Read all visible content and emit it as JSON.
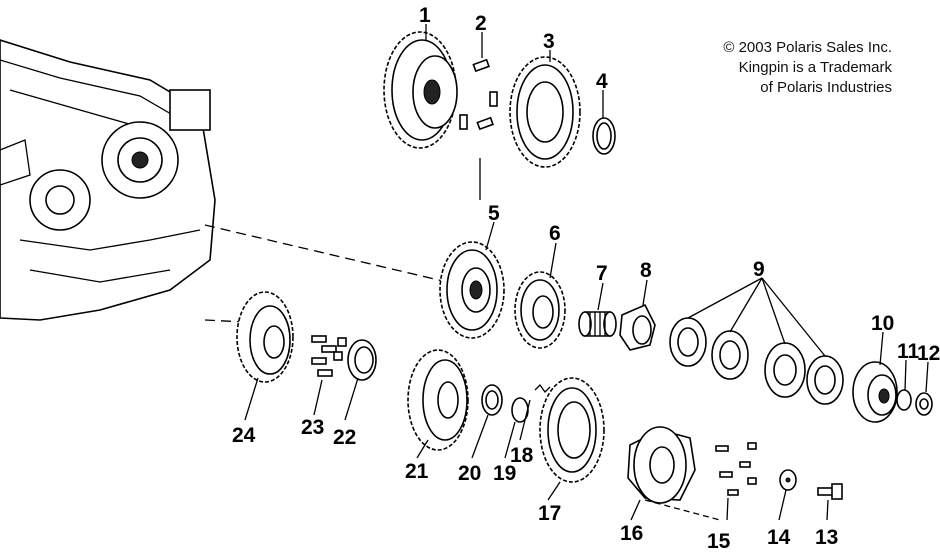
{
  "notice": {
    "line1": "© 2003 Polaris Sales Inc.",
    "line2": "Kingpin is a Trademark",
    "line3": "of Polaris Industries"
  },
  "callouts": [
    {
      "id": "c1",
      "label": "1"
    },
    {
      "id": "c2",
      "label": "2"
    },
    {
      "id": "c3",
      "label": "3"
    },
    {
      "id": "c4",
      "label": "4"
    },
    {
      "id": "c5",
      "label": "5"
    },
    {
      "id": "c6",
      "label": "6"
    },
    {
      "id": "c7",
      "label": "7"
    },
    {
      "id": "c8",
      "label": "8"
    },
    {
      "id": "c9",
      "label": "9"
    },
    {
      "id": "c10",
      "label": "10"
    },
    {
      "id": "c11",
      "label": "11"
    },
    {
      "id": "c12",
      "label": "12"
    },
    {
      "id": "c13",
      "label": "13"
    },
    {
      "id": "c14",
      "label": "14"
    },
    {
      "id": "c15",
      "label": "15"
    },
    {
      "id": "c16",
      "label": "16"
    },
    {
      "id": "c17",
      "label": "17"
    },
    {
      "id": "c18",
      "label": "18"
    },
    {
      "id": "c19",
      "label": "19"
    },
    {
      "id": "c20",
      "label": "20"
    },
    {
      "id": "c21",
      "label": "21"
    },
    {
      "id": "c22",
      "label": "22"
    },
    {
      "id": "c23",
      "label": "23"
    },
    {
      "id": "c24",
      "label": "24"
    }
  ]
}
